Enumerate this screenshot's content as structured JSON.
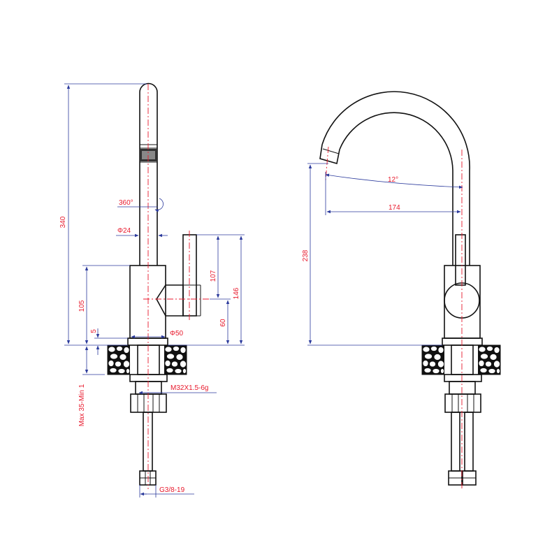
{
  "drawing": {
    "colors": {
      "dimension_text": "#e8192c",
      "dimension_line": "#2b3a9c",
      "outline": "#111111",
      "centerline": "#e8192c"
    },
    "front_view_labels": {
      "height_total": "340",
      "rotation": "360°",
      "spout_diameter": "Φ24",
      "body_height": "105",
      "deck_offset": "5",
      "handle_top": "107",
      "handle_total": "146",
      "handle_center": "60",
      "base_diameter": "Φ50",
      "thread": "M32X1.5-6g",
      "deck_thickness": "Max 35-Min 1",
      "hose_connection": "G3/8-19"
    },
    "side_view_labels": {
      "spout_angle": "12°",
      "spout_reach": "174",
      "outlet_height": "238"
    }
  }
}
